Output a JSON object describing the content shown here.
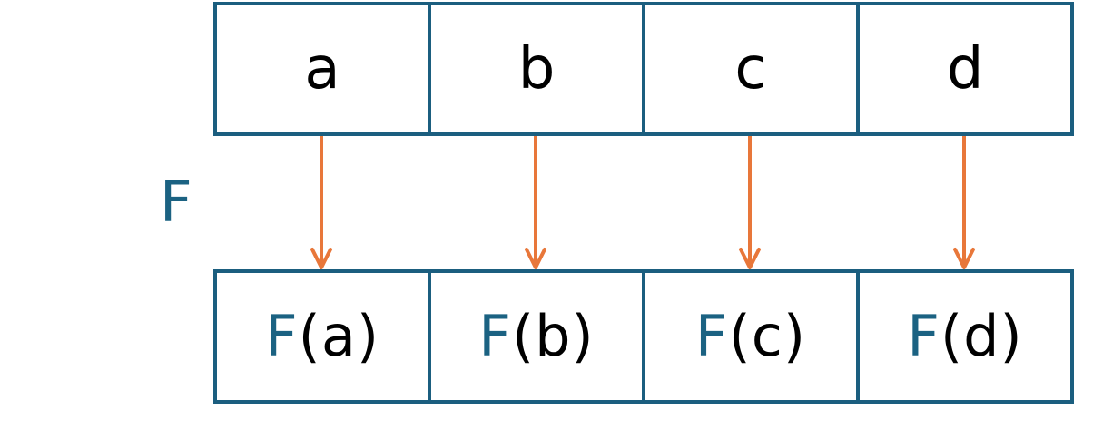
{
  "inputs": [
    "a",
    "b",
    "c",
    "d"
  ],
  "function_label": "F",
  "outputs": [
    {
      "fn": "F",
      "open": "(",
      "arg": "a",
      "close": ")"
    },
    {
      "fn": "F",
      "open": "(",
      "arg": "b",
      "close": ")"
    },
    {
      "fn": "F",
      "open": "(",
      "arg": "c",
      "close": ")"
    },
    {
      "fn": "F",
      "open": "(",
      "arg": "d",
      "close": ")"
    }
  ],
  "colors": {
    "box_border": "#1b5e7f",
    "function_text": "#1b6282",
    "arrow": "#e8773a",
    "text": "#000000"
  }
}
